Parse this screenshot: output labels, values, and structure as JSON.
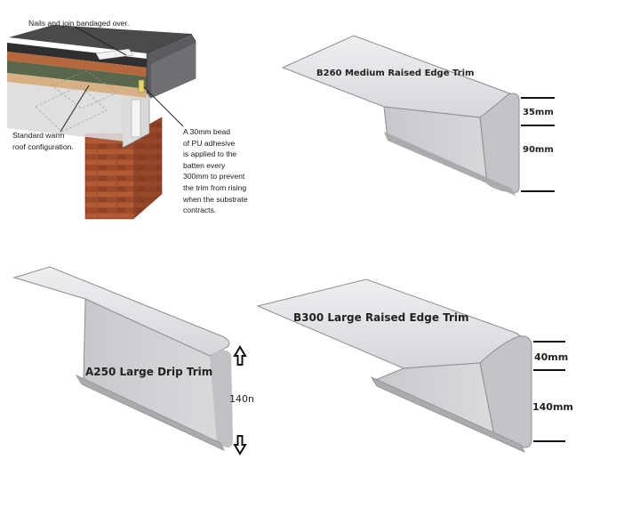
{
  "roof_detail": {
    "label_top": "Nails and join bandaged over.",
    "label_left": [
      "Standard warm",
      "roof configuration."
    ],
    "label_right": [
      "A 30mm bead",
      "of PU adhesive",
      "is applied to the",
      "batten every",
      "300mm to prevent",
      "the trim from rising",
      "when the substrate",
      "contracts."
    ]
  },
  "trims": {
    "b260": {
      "title": "B260 Medium Raised Edge Trim",
      "dim_upper": "35mm",
      "dim_lower": "90mm"
    },
    "a250": {
      "title": "A250 Large Drip Trim",
      "dim": "140n"
    },
    "b300": {
      "title": "B300 Large Raised Edge Trim",
      "dim_upper": "40mm",
      "dim_lower": "140mm"
    }
  },
  "colors": {
    "trim_face": "#cfd0d2",
    "trim_top": "#e4e5e7",
    "trim_shadow": "#9a9ca0",
    "brick": "#9c4a2c",
    "roof_dark": "#3a3a3a",
    "insulation": "#5a6b50"
  }
}
